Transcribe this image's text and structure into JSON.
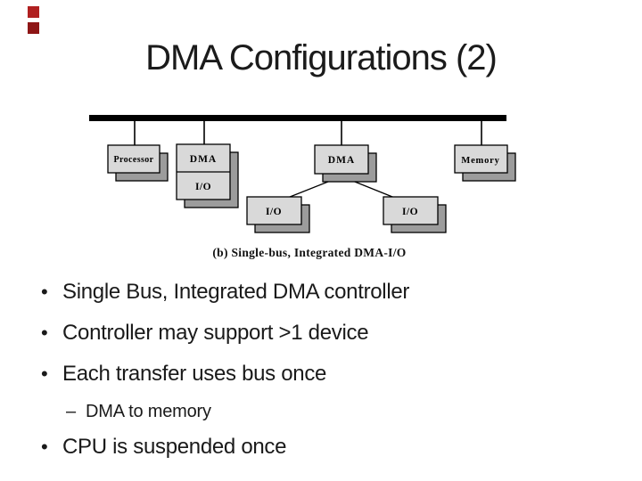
{
  "slide": {
    "title": "DMA Configurations (2)",
    "bullets": [
      {
        "glyph": "•",
        "text": "Single Bus, Integrated DMA controller"
      },
      {
        "glyph": "•",
        "text": "Controller may support >1 device"
      },
      {
        "glyph": "•",
        "text": "Each transfer uses bus once"
      },
      {
        "glyph": "–",
        "text": "DMA to memory"
      },
      {
        "glyph": "•",
        "text": "CPU is suspended once"
      }
    ]
  },
  "diagram": {
    "caption": "(b) Single-bus, Integrated DMA-I/O",
    "nodes": {
      "processor": "Processor",
      "dma_integrated": "DMA",
      "io_integrated": "I/O",
      "dma_center": "DMA",
      "io_child_left": "I/O",
      "io_child_right": "I/O",
      "memory": "Memory"
    }
  },
  "theme": {
    "accent_red": "#b02020",
    "accent_red_dark": "#8e1616",
    "box_face": "#d9d9d9",
    "box_side": "#9c9c9c",
    "bus_color": "#000000",
    "text": "#1a1a1a"
  }
}
